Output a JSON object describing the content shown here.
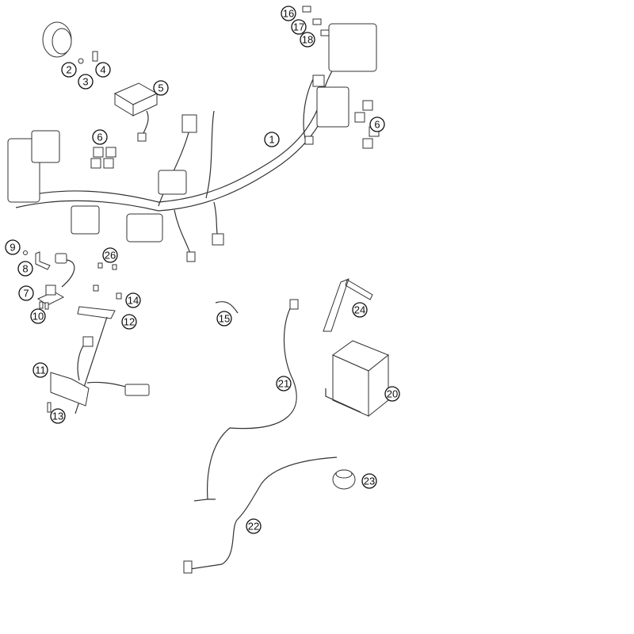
{
  "diagram": {
    "title": "Wiring harness exploded view",
    "callouts": {
      "c1": "1",
      "c2": "2",
      "c3": "3",
      "c4": "4",
      "c5": "5",
      "c6a": "6",
      "c6b": "6",
      "c7": "7",
      "c8": "8",
      "c9": "9",
      "c10": "10",
      "c11": "11",
      "c12": "12",
      "c13": "13",
      "c14": "14",
      "c15": "15",
      "c16": "16",
      "c17": "17",
      "c18": "18",
      "c20": "20",
      "c21": "21",
      "c22": "22",
      "c23": "23",
      "c24": "24",
      "c26": "26"
    }
  }
}
